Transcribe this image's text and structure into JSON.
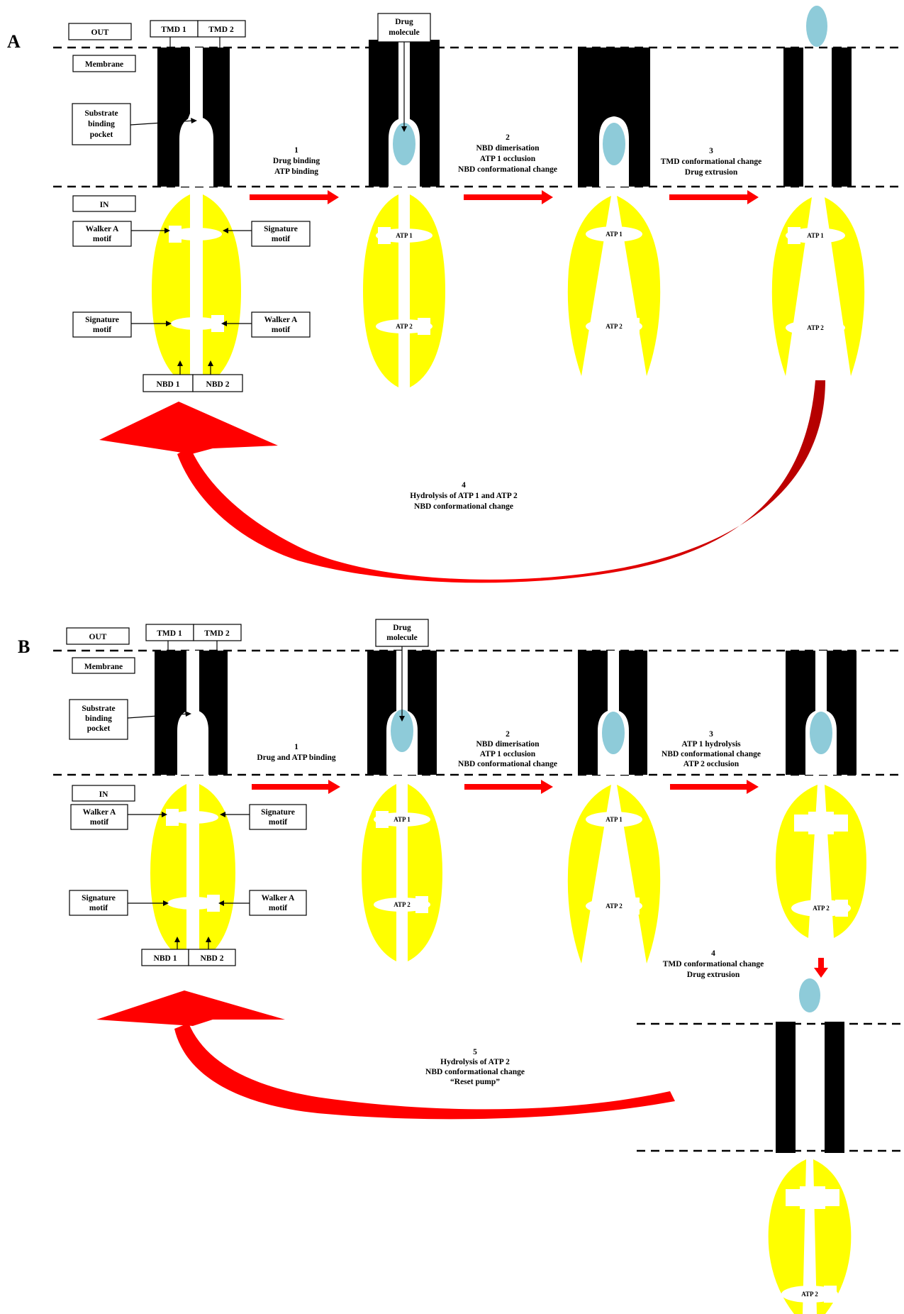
{
  "panels": {
    "a": {
      "letter": "A"
    },
    "b": {
      "letter": "B"
    }
  },
  "labels": {
    "out": "OUT",
    "membrane": "Membrane",
    "in": "IN",
    "tmd1": "TMD 1",
    "tmd2": "TMD 2",
    "nbd1": "NBD 1",
    "nbd2": "NBD 2",
    "substrate_pocket": [
      "Substrate",
      "binding",
      "pocket"
    ],
    "walker_a_motif": [
      "Walker A",
      "motif"
    ],
    "signature_motif": [
      "Signature",
      "motif"
    ],
    "drug_molecule": [
      "Drug",
      "molecule"
    ],
    "atp1": "ATP 1",
    "atp2": "ATP 2"
  },
  "steps_a": {
    "s1": [
      "1",
      "Drug binding",
      "ATP binding"
    ],
    "s2": [
      "2",
      "NBD dimerisation",
      "ATP 1 occlusion",
      "NBD conformational change"
    ],
    "s3": [
      "3",
      "TMD conformational change",
      "Drug extrusion"
    ],
    "s4": [
      "4",
      "Hydrolysis of ATP 1 and ATP 2",
      "NBD conformational change"
    ]
  },
  "steps_b": {
    "s1": [
      "1",
      "Drug and ATP binding"
    ],
    "s2": [
      "2",
      "NBD dimerisation",
      "ATP 1 occlusion",
      "NBD conformational change"
    ],
    "s3": [
      "3",
      "ATP 1 hydrolysis",
      "NBD conformational change",
      "ATP 2 occlusion"
    ],
    "s4": [
      "4",
      "TMD conformational change",
      "Drug extrusion"
    ],
    "s5": [
      "5",
      "Hydrolysis of ATP 2",
      "NBD conformational change",
      "“Reset pump”"
    ]
  },
  "colors": {
    "nbd": "#ffff00",
    "drug": "#8ecbd9",
    "arrow": "#ff0000",
    "tmd": "#000000"
  }
}
